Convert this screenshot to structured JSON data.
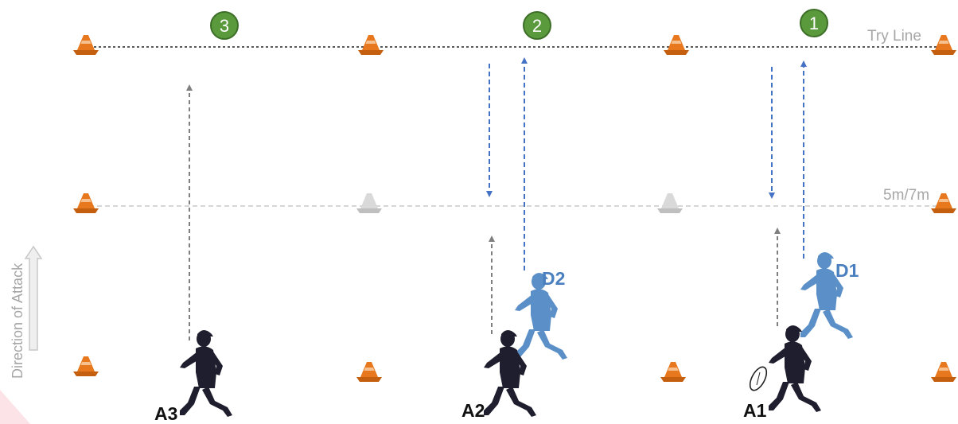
{
  "diagram": {
    "line_labels": {
      "try_line": "Try Line",
      "five_seven": "5m/7m"
    },
    "direction_label": "Direction of Attack",
    "channel_numbers": [
      "3",
      "2",
      "1"
    ],
    "attackers": [
      "A3",
      "A2",
      "A1"
    ],
    "defenders": [
      "D2",
      "D1"
    ],
    "colors": {
      "cone_orange": "#e8781e",
      "cone_grey": "#d9d9d9",
      "attacker": "#1e1e2e",
      "defender": "#5b8fc7",
      "defender_run": "#4472c4",
      "attacker_run": "#7f7f7f",
      "number_badge": "#5a9a3c",
      "direction_arrow": "#d0d0d0"
    },
    "icons": [
      "cone-icon",
      "rugby-ball-icon",
      "runner-icon",
      "direction-arrow-icon"
    ]
  }
}
